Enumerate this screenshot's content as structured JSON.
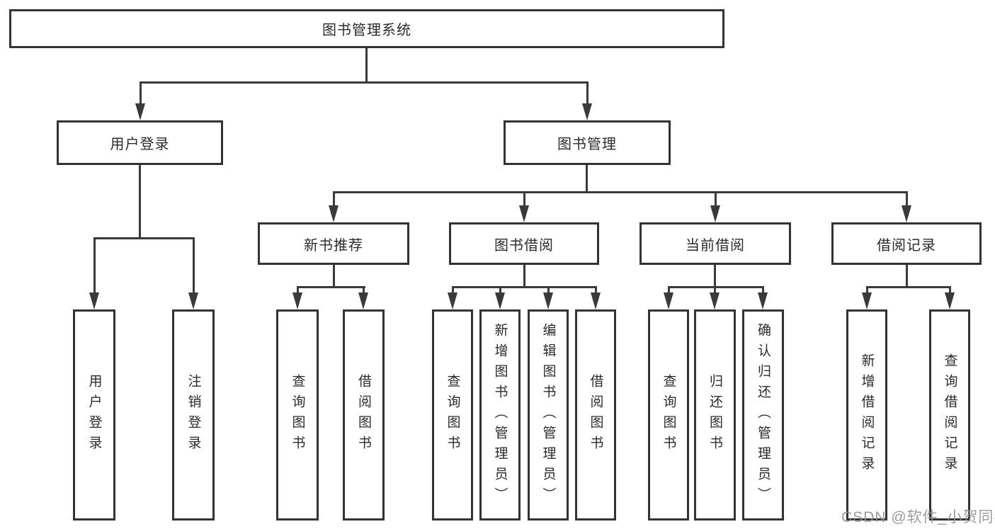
{
  "watermark": "CSDN @软件_小贺同学",
  "colors": {
    "line": "#3a3a3a",
    "box_border": "#333333",
    "text": "#2b2b2b",
    "watermark": "#949494",
    "background": "#ffffff"
  },
  "tree": {
    "root": "图书管理系统",
    "branches": [
      {
        "label": "用户登录",
        "children": [
          {
            "label": "用户登录"
          },
          {
            "label": "注销登录"
          }
        ]
      },
      {
        "label": "图书管理",
        "children": [
          {
            "label": "新书推荐",
            "children": [
              {
                "label": "查询图书"
              },
              {
                "label": "借阅图书"
              }
            ]
          },
          {
            "label": "图书借阅",
            "children": [
              {
                "label": "查询图书"
              },
              {
                "label": "新增图书（管理员）"
              },
              {
                "label": "编辑图书（管理员）"
              },
              {
                "label": "借阅图书"
              }
            ]
          },
          {
            "label": "当前借阅",
            "children": [
              {
                "label": "查询图书"
              },
              {
                "label": "归还图书"
              },
              {
                "label": "确认归还（管理员）"
              }
            ]
          },
          {
            "label": "借阅记录",
            "children": [
              {
                "label": "新增借阅记录"
              },
              {
                "label": "查询借阅记录"
              }
            ]
          }
        ]
      }
    ]
  }
}
